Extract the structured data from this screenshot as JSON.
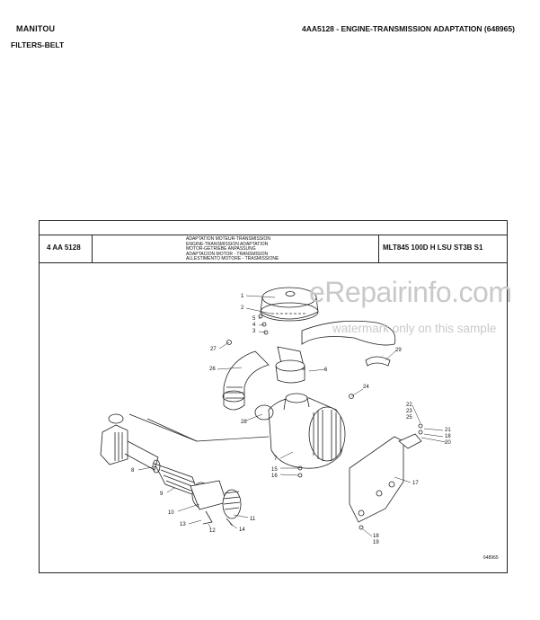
{
  "header": {
    "brand": "MANITOU",
    "section": "FILTERS-BELT",
    "doc_title": "4AA5128 - ENGINE-TRANSMISSION ADAPTATION (648965)"
  },
  "sheet": {
    "code": "4 AA 5128",
    "titles": [
      "ADAPTATION MOTEUR-TRANSMISSION",
      "ENGINE-TRANSMISSION ADAPTATION",
      "MOTOR-GETRIEBE ANPASSUNG",
      "ADAPTACION MOTOR - TRANSMISION",
      "ALLESTIMENTO MOTORE - TRASMISSIONE"
    ],
    "model": "MLT845 100D H LSU ST3B S1",
    "footer_ref": "648965"
  },
  "watermark": {
    "main": "eRepairinfo.com",
    "sub": "watermark only on this sample"
  },
  "callouts": [
    "1",
    "2",
    "5",
    "4",
    "3",
    "27",
    "29",
    "26",
    "6",
    "24",
    "28",
    "22",
    "23",
    "25",
    "21",
    "18",
    "20",
    "7",
    "15",
    "16",
    "17",
    "8",
    "9",
    "10",
    "11",
    "13",
    "12",
    "14",
    "18",
    "19"
  ],
  "colors": {
    "line": "#222222",
    "watermark": "#c9c9c9"
  }
}
